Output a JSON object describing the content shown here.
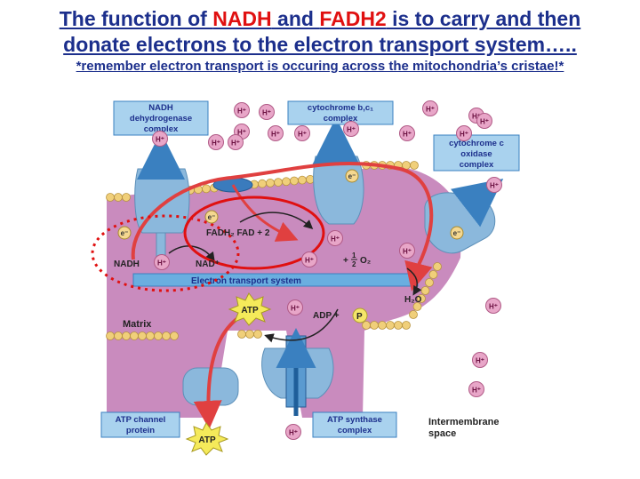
{
  "title": {
    "line1_a": "The function of ",
    "line1_nadh": "NADH",
    "line1_b": " and ",
    "line1_fadh2": "FADH2",
    "line1_c": " is to carry and then",
    "line2": "donate electrons to the electron transport system…..",
    "line3": "*remember electron transport is occuring  across the mitochondria’s cristae!*"
  },
  "labels": {
    "nadh_dehydrogenase": [
      "NADH",
      "dehydrogenase",
      "complex"
    ],
    "cytochrome_bc1": [
      "cytochrome b,c₁",
      "complex"
    ],
    "cytochrome_c_oxidase": [
      "cytochrome c",
      "oxidase",
      "complex"
    ],
    "atp_channel": [
      "ATP channel",
      "protein"
    ],
    "atp_synthase": [
      "ATP synthase",
      "complex"
    ],
    "intermembrane": [
      "Intermembrane",
      "space"
    ],
    "matrix": "Matrix",
    "ets_bar": "Electron transport system"
  },
  "chem": {
    "nadh": "NADH",
    "nad": "NAD⁺",
    "fadh2": "FADH₂  FAD + 2",
    "o2_prefix": "2",
    "o2_plus": "+",
    "o2": "O₂",
    "half_num": "1",
    "half_den": "2",
    "h2o": "H₂O",
    "adp": "ADP +",
    "p": "P",
    "atp": "ATP",
    "h_ion": "H⁺",
    "e_ion": "e⁻"
  },
  "colors": {
    "title_blue": "#1c2f8c",
    "highlight_red": "#e01010",
    "matrix": "#c98bbe",
    "membrane_head": "#f0cf7a",
    "protein": "#8bb8dc",
    "label_box": "#a9d2ee",
    "h_ion": "#e8a6c8",
    "arrow_red": "#e04040"
  }
}
